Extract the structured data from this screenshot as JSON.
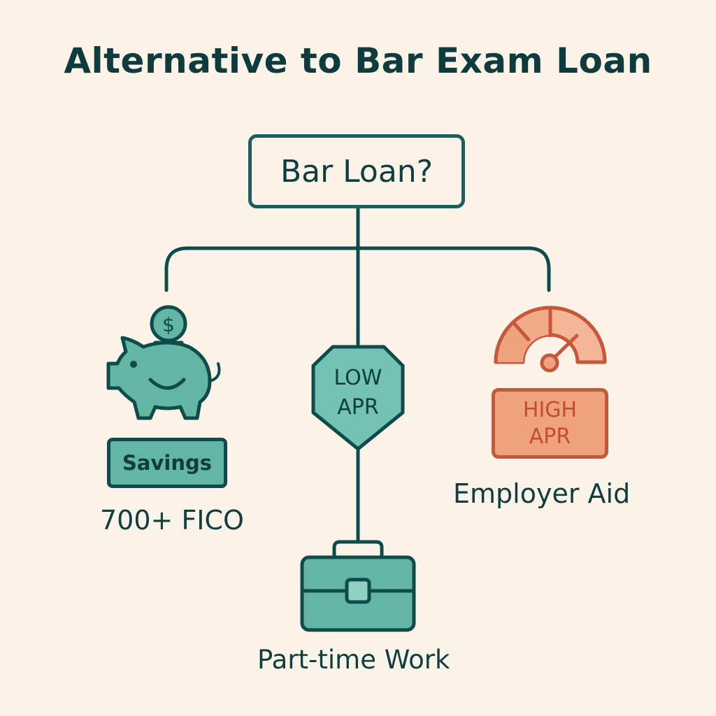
{
  "title": "Alternative to Bar Exam Loan",
  "root": {
    "label": "Bar Loan?"
  },
  "branches": [
    {
      "id": "savings",
      "icon": "piggy-bank-icon",
      "badge": "Savings",
      "caption": "700+ FICO",
      "coin_symbol": "$"
    },
    {
      "id": "low-apr",
      "icon": "shield-icon",
      "badge_lines": [
        "LOW",
        "APR"
      ],
      "caption": "Part-time Work",
      "child_icon": "briefcase-icon"
    },
    {
      "id": "high-apr",
      "icon": "speedometer-gauge-icon",
      "badge_lines": [
        "HIGH",
        "APR"
      ],
      "caption": "Employer Aid"
    }
  ],
  "colors": {
    "background": "#fbf3e8",
    "text_dark": "#0f3d40",
    "teal_fill": "#63b5a4",
    "teal_stroke": "#0f4b4a",
    "connector": "#0f4b4a",
    "orange_fill": "#efa27e",
    "orange_stroke": "#c9553a"
  }
}
